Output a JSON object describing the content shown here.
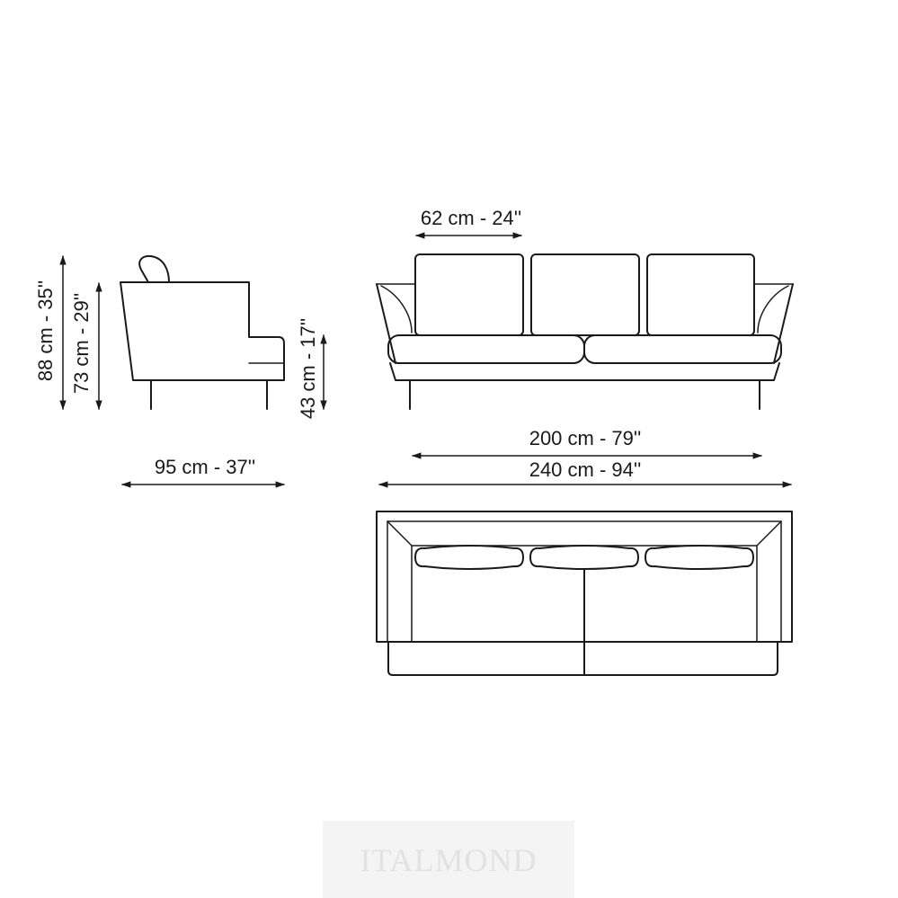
{
  "dimensions": {
    "seat_width": "62 cm - 24''",
    "total_height": "88 cm - 35''",
    "arm_height": "73 cm - 29''",
    "seat_height": "43 cm - 17''",
    "depth": "95 cm - 37''",
    "inner_width": "200 cm - 79''",
    "total_width": "240 cm - 94''"
  },
  "watermark": {
    "text": "ITALMOND"
  }
}
